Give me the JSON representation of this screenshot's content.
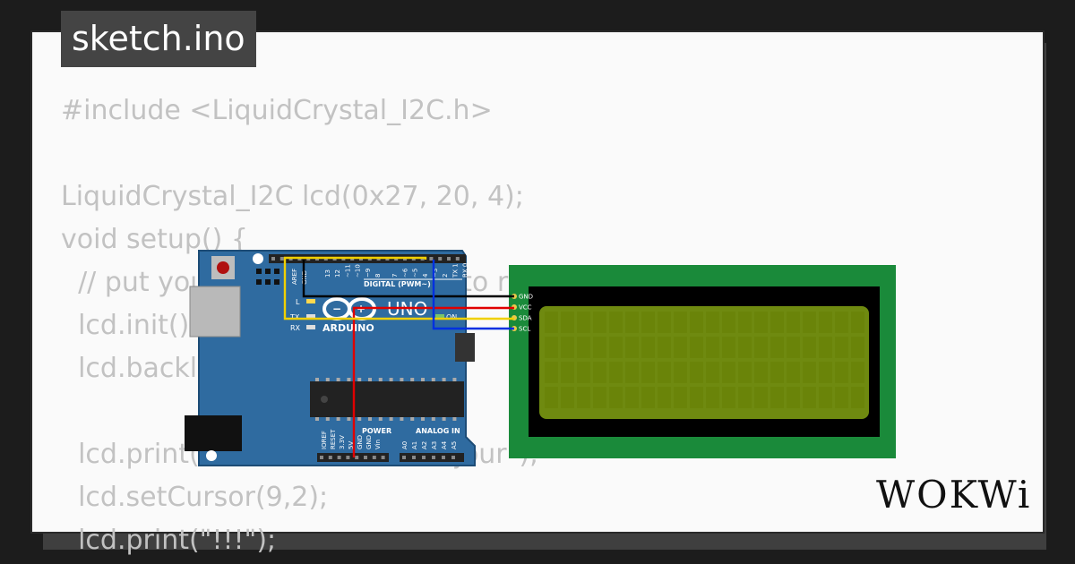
{
  "tab": {
    "filename": "sketch.ino"
  },
  "code": {
    "lines": [
      "#include <LiquidCrystal_I2C.h>",
      "",
      "LiquidCrystal_I2C lcd(0x27, 20, 4);",
      "void setup() {",
      "  // put your setup code here, to run once:",
      "  lcd.init();",
      "  lcd.backlight();",
      "",
      "  lcd.print(\"Hello, Wokwi! Bonjour\");",
      "  lcd.setCursor(9,2);",
      "  lcd.print(\"!!!\");"
    ]
  },
  "arduino": {
    "brand": "ARDUINO",
    "model": "UNO",
    "digital_label": "DIGITAL (PWM~)",
    "on_label": "ON",
    "l_label": "L",
    "tx_label": "TX",
    "rx_label": "RX",
    "aref_label": "AREF",
    "gnd_label": "GND",
    "pin_labels": [
      "13",
      "12",
      "~11",
      "~10",
      "~9",
      "8",
      "7",
      "~6",
      "~5",
      "4",
      "~3",
      "2",
      "TX 1",
      "RX 0"
    ],
    "power_label": "POWER",
    "analog_label": "ANALOG IN",
    "power_pins": [
      "IOREF",
      "RESET",
      "3.3V",
      "5V",
      "GND",
      "GND",
      "Vin"
    ],
    "analog_pins": [
      "A0",
      "A1",
      "A2",
      "A3",
      "A4",
      "A5"
    ]
  },
  "lcd": {
    "pins": [
      "GND",
      "VCC",
      "SDA",
      "SCL"
    ],
    "columns": 20,
    "rows": 4
  },
  "wires": {
    "gnd_color": "#000000",
    "vcc_color": "#e00000",
    "sda_color": "#f0d000",
    "scl_color": "#0030e0"
  },
  "colors": {
    "board": "#2f6ba0",
    "lcd_pcb": "#1a8a3a",
    "lcd_screen": "#6f8a10"
  },
  "logo": {
    "text": "WOKWi"
  }
}
